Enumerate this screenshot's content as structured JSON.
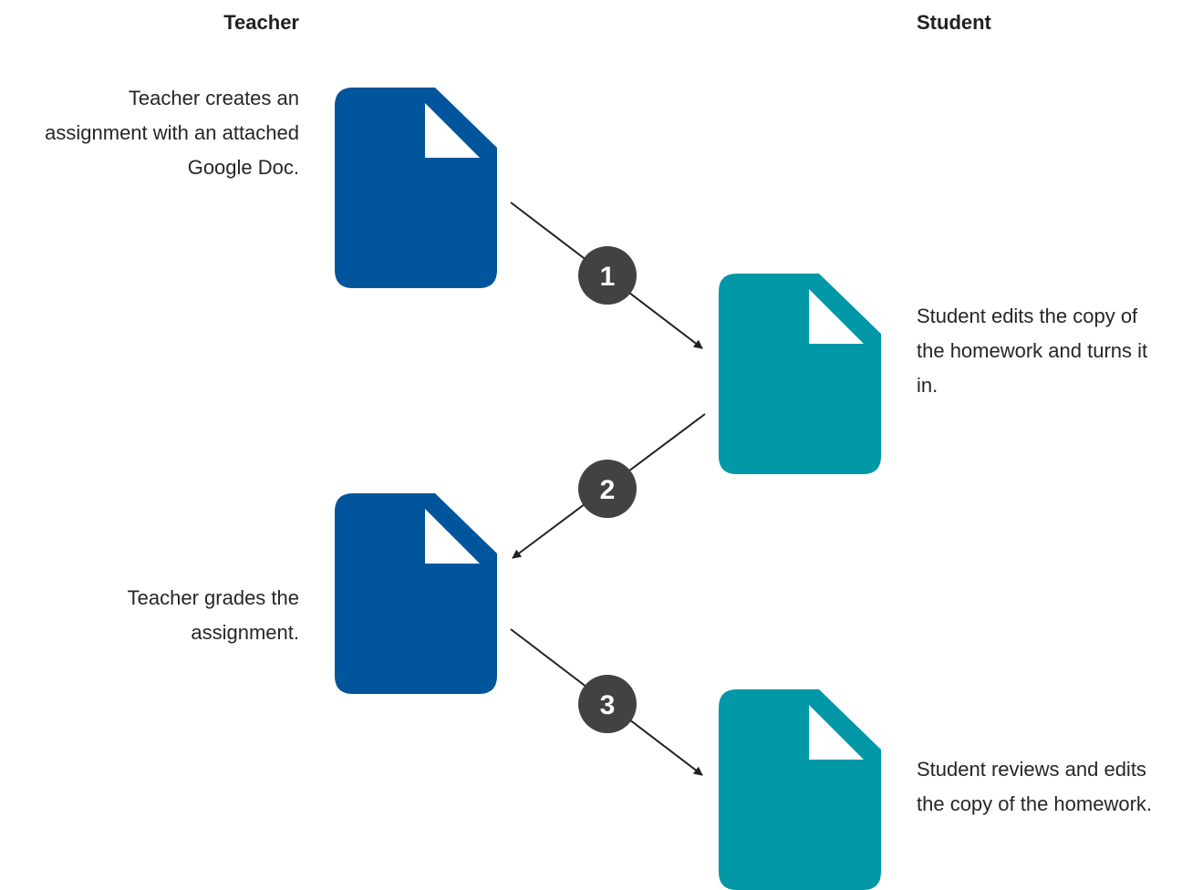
{
  "headers": {
    "teacher": "Teacher",
    "student": "Student"
  },
  "descriptions": {
    "teacher_create": [
      "Teacher creates an",
      "assignment with an attached",
      "Google Doc."
    ],
    "student_edit": [
      "Student edits the copy of",
      "the homework and turns it",
      "in."
    ],
    "teacher_grade": [
      "Teacher grades the",
      "assignment."
    ],
    "student_review": [
      "Student reviews and edits",
      "the copy of the homework."
    ]
  },
  "steps": [
    "1",
    "2",
    "3"
  ],
  "colors": {
    "teacher_doc": "#00559c",
    "student_doc": "#0097a7",
    "step_badge": "#424242",
    "arrow": "#212121"
  },
  "icons": {
    "teacher_doc": "document-icon",
    "student_doc": "document-icon"
  }
}
